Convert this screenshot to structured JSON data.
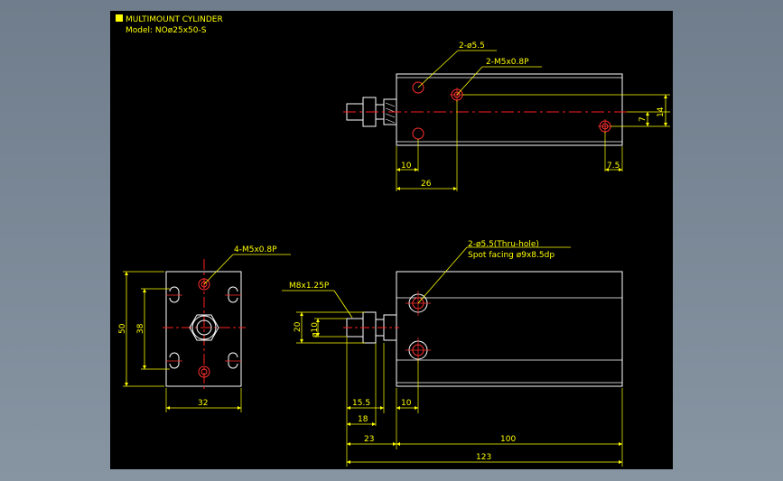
{
  "title": {
    "line1": "MULTIMOUNT CYLINDER",
    "line2": "Model: NOø25x50-S"
  },
  "top_view": {
    "callout_holes": "2-ø5.5",
    "callout_taps": "2-M5x0.8P",
    "dim_10": "10",
    "dim_26": "26",
    "dim_7_5": "7.5",
    "dim_7": "7",
    "dim_14": "14"
  },
  "end_view": {
    "callout_taps": "4-M5x0.8P",
    "dim_50": "50",
    "dim_38": "38",
    "dim_32": "32"
  },
  "side_view": {
    "callout_line1": "2-ø5.5(Thru-hole)",
    "callout_line2": "Spot facing ø9x8.5dp",
    "thread_label": "M8x1.25P",
    "dim_20": "20",
    "dim_phi10": "ø10",
    "dim_15_5": "15.5",
    "dim_10": "10",
    "dim_18": "18",
    "dim_23": "23",
    "dim_100": "100",
    "dim_123": "123"
  },
  "colors": {
    "background": "#000000",
    "outline": "#ffffff",
    "dimension": "#ffff00",
    "centerline": "#ff2020",
    "accent": "#ffff00"
  }
}
